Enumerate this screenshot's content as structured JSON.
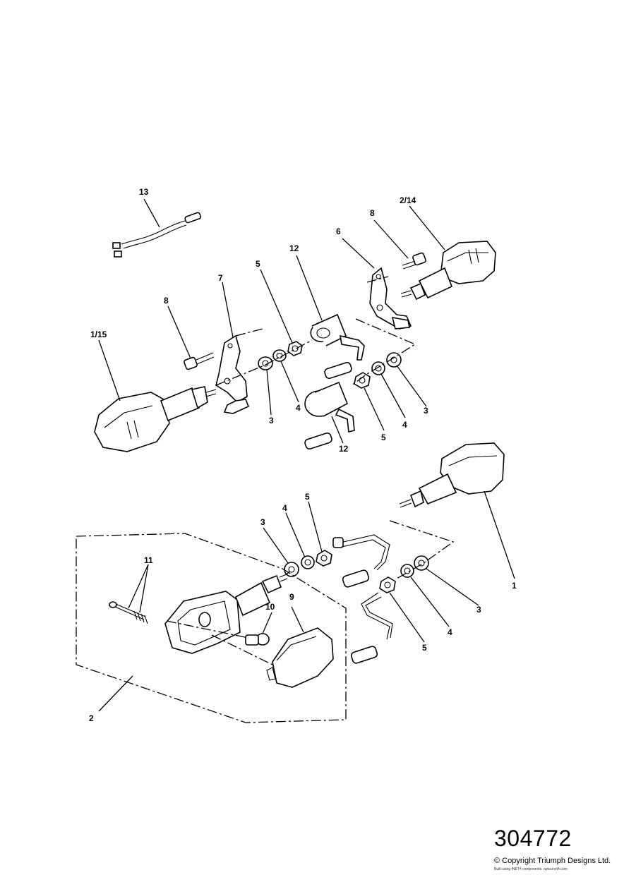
{
  "diagram_number": "304772",
  "copyright": "© Copyright Triumph Designs Ltd.",
  "subnote": "Built using INET4 components. www.inet4.com",
  "callouts": {
    "c13": "13",
    "c2_14": "2/14",
    "c8_top": "8",
    "c6": "6",
    "c12_top": "12",
    "c5_upper": "5",
    "c7": "7",
    "c8_left": "8",
    "c1_15": "1/15",
    "c3_upper_left": "3",
    "c4_upper_left": "4",
    "c12_lower": "12",
    "c5_upper_right": "5",
    "c4_upper_right": "4",
    "c3_upper_right": "3",
    "c3_lower_left": "3",
    "c4_lower_left": "4",
    "c5_lower_left": "5",
    "c11": "11",
    "c10": "10",
    "c9": "9",
    "c1": "1",
    "c3_lower_right": "3",
    "c4_lower_right": "4",
    "c5_lower_right": "5",
    "c2": "2"
  }
}
